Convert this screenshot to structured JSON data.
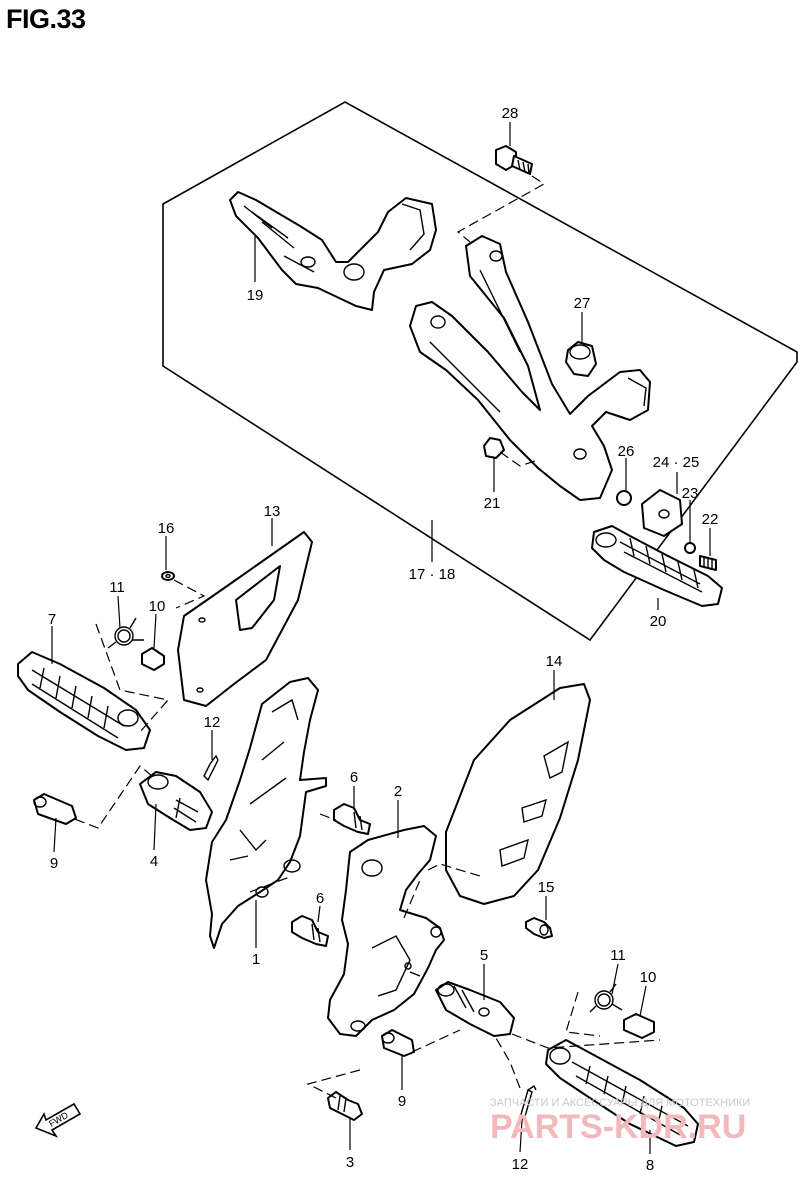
{
  "figure": {
    "title": "FIG.33"
  },
  "fwd_label": "FWD",
  "callouts": [
    {
      "id": "28",
      "label": "28"
    },
    {
      "id": "19",
      "label": "19"
    },
    {
      "id": "27",
      "label": "27"
    },
    {
      "id": "26",
      "label": "26"
    },
    {
      "id": "24-25",
      "label": "24 · 25"
    },
    {
      "id": "23",
      "label": "23"
    },
    {
      "id": "22",
      "label": "22"
    },
    {
      "id": "21",
      "label": "21"
    },
    {
      "id": "20",
      "label": "20"
    },
    {
      "id": "17-18",
      "label": "17 · 18"
    },
    {
      "id": "13",
      "label": "13"
    },
    {
      "id": "16",
      "label": "16"
    },
    {
      "id": "11a",
      "label": "11"
    },
    {
      "id": "10a",
      "label": "10"
    },
    {
      "id": "7",
      "label": "7"
    },
    {
      "id": "12a",
      "label": "12"
    },
    {
      "id": "14",
      "label": "14"
    },
    {
      "id": "6a",
      "label": "6"
    },
    {
      "id": "2",
      "label": "2"
    },
    {
      "id": "9a",
      "label": "9"
    },
    {
      "id": "4",
      "label": "4"
    },
    {
      "id": "15",
      "label": "15"
    },
    {
      "id": "6b",
      "label": "6"
    },
    {
      "id": "1",
      "label": "1"
    },
    {
      "id": "5",
      "label": "5"
    },
    {
      "id": "11b",
      "label": "11"
    },
    {
      "id": "10b",
      "label": "10"
    },
    {
      "id": "9b",
      "label": "9"
    },
    {
      "id": "3",
      "label": "3"
    },
    {
      "id": "12b",
      "label": "12"
    },
    {
      "id": "8",
      "label": "8"
    }
  ],
  "watermark": {
    "tagline": "ЗАПЧАСТИ И АКСЕССУАРЫ ДЛЯ МОТОТЕХНИКИ",
    "brand": "PARTS-KDR.RU"
  }
}
